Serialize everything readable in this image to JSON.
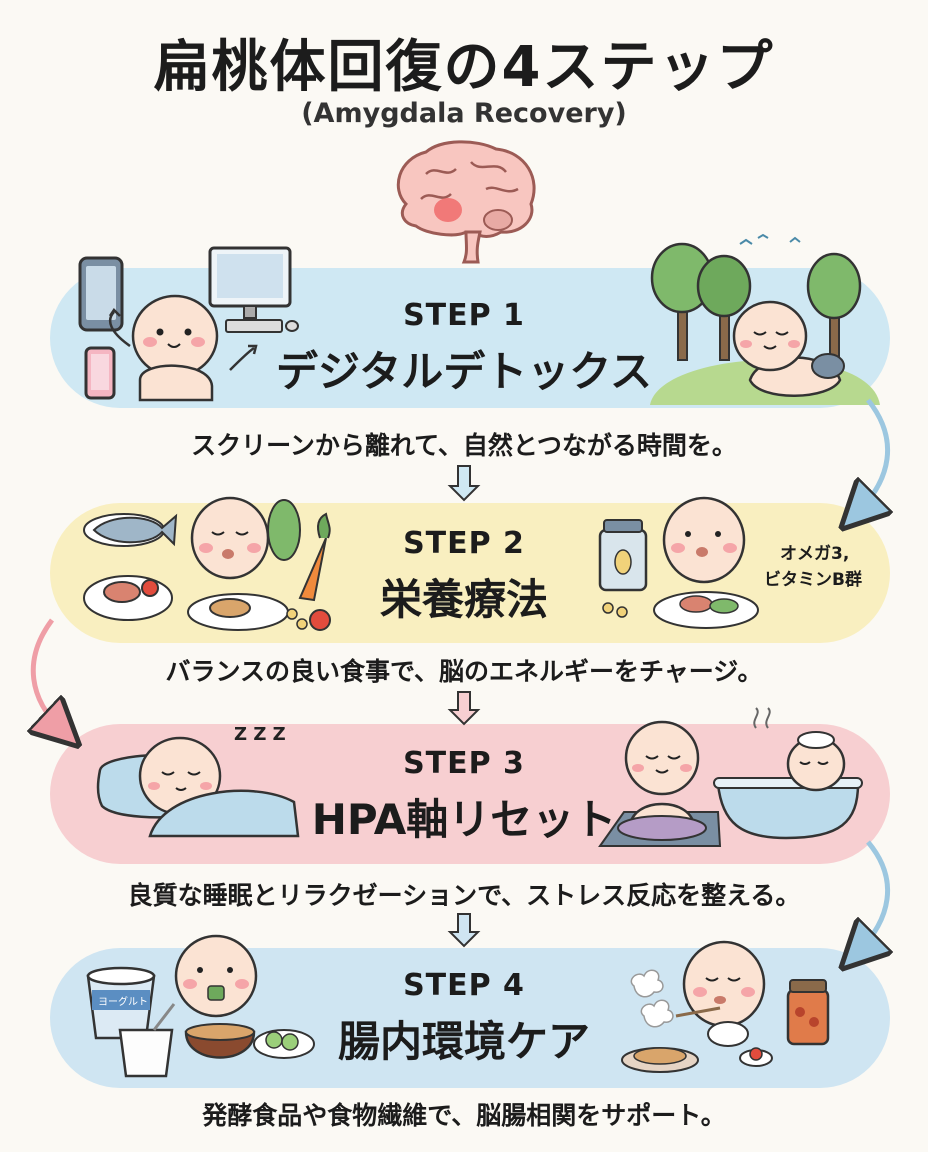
{
  "header": {
    "title": "扁桃体回復の4ステップ",
    "subtitle": "(Amygdala Recovery)"
  },
  "steps": [
    {
      "label": "STEP 1",
      "title": "デジタルデトックス",
      "caption": "スクリーンから離れて、自然とつながる時間を。"
    },
    {
      "label": "STEP 2",
      "title": "栄養療法",
      "caption": "バランスの良い食事で、脳のエネルギーをチャージ。",
      "note_line1": "オメガ3,",
      "note_line2": "ビタミンB群"
    },
    {
      "label": "STEP 3",
      "title": "HPA軸リセット",
      "caption": "良質な睡眠とリラクゼーションで、ストレス反応を整える。",
      "zzz": "Z Z Z"
    },
    {
      "label": "STEP 4",
      "title": "腸内環境ケア",
      "caption": "発酵食品や食物繊維で、脳腸相関をサポート。",
      "yogurt_label": "ヨーグルト"
    }
  ],
  "colors": {
    "step1_band": "#cfe8f3",
    "step2_band": "#f9efc0",
    "step3_band": "#f7cfd1",
    "step4_band": "#cfe5f2",
    "arrow_blue": "#9cc7e0",
    "arrow_pink": "#ef9ea6",
    "skin": "#fbe3d3",
    "cheek": "#f5a5a8"
  },
  "icons": [
    "brain-icon",
    "smartphone-icon",
    "desktop-computer-icon",
    "tree-icon",
    "fish-icon",
    "carrot-icon",
    "supplement-bottle-icon",
    "pillow-icon",
    "bathtub-icon",
    "yogurt-icon",
    "miso-soup-icon",
    "pickle-jar-icon"
  ]
}
